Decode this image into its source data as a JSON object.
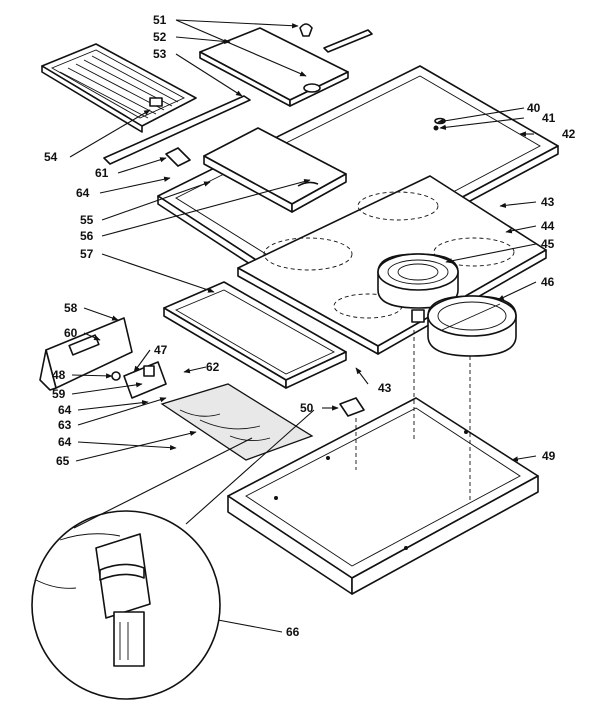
{
  "labels": {
    "l40": "40",
    "l41": "41",
    "l42": "42",
    "l43a": "43",
    "l43b": "43",
    "l44": "44",
    "l45": "45",
    "l46": "46",
    "l47": "47",
    "l48": "48",
    "l49": "49",
    "l50": "50",
    "l51": "51",
    "l52": "52",
    "l53": "53",
    "l54": "54",
    "l55": "55",
    "l56": "56",
    "l57": "57",
    "l58": "58",
    "l59": "59",
    "l60": "60",
    "l61": "61",
    "l62": "62",
    "l63": "63",
    "l64a": "64",
    "l64b": "64",
    "l64c": "64",
    "l65": "65",
    "l66": "66"
  }
}
